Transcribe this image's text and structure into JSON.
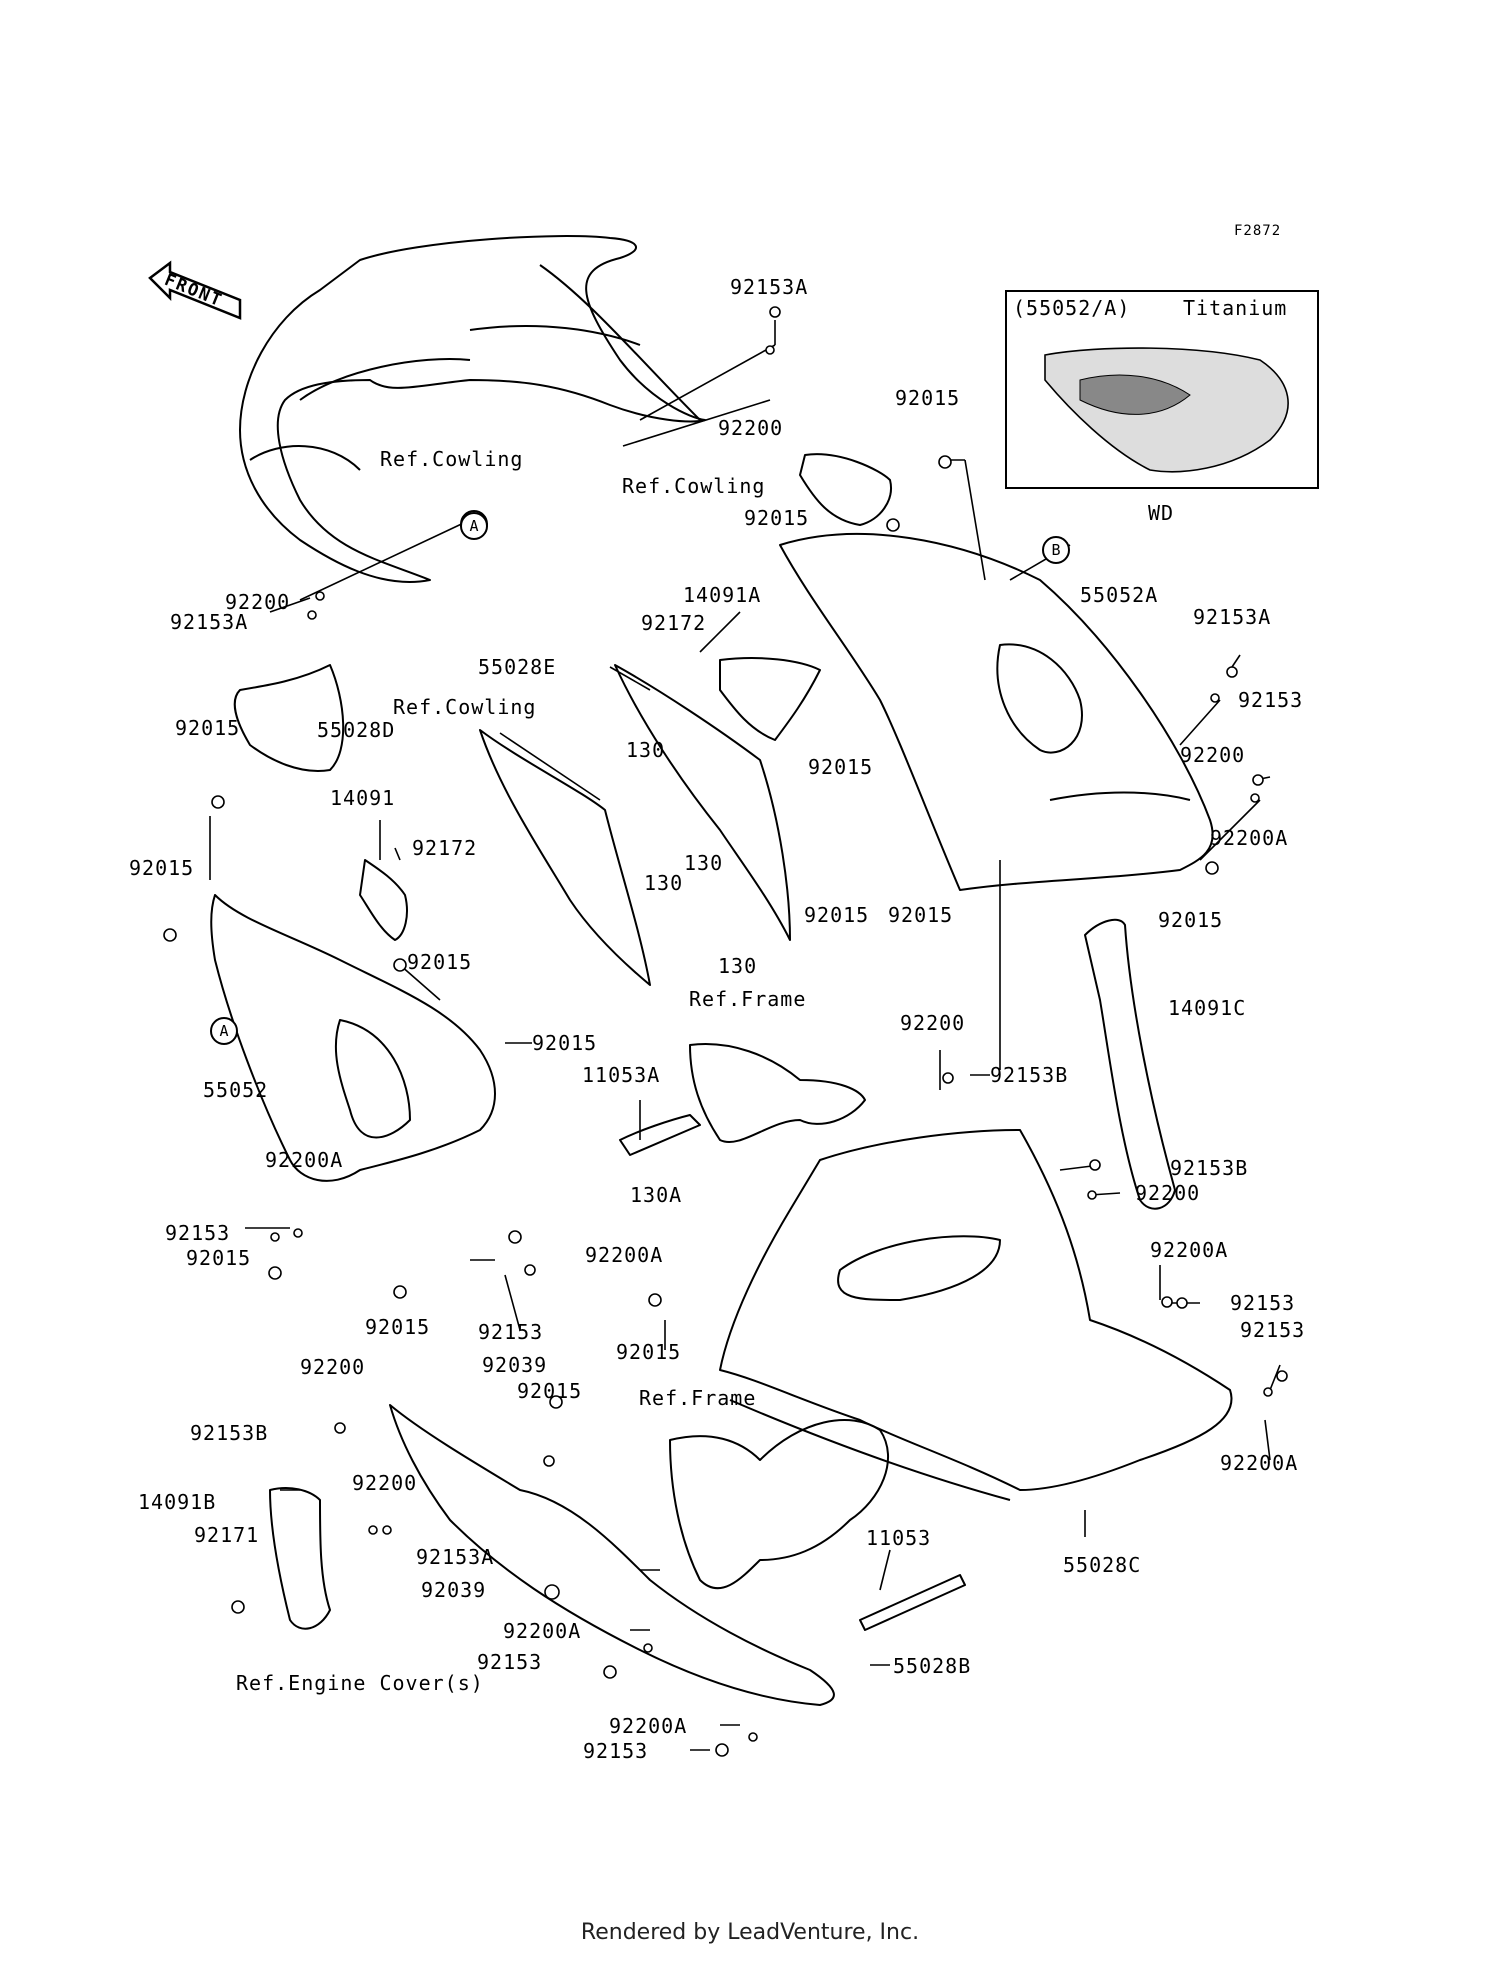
{
  "figure_code": "F2872",
  "front_label": "FRONT",
  "inset": {
    "top_label": "(55052/A)",
    "side_label": "Titanium",
    "bottom_label": "WD"
  },
  "callouts": {
    "a": "A",
    "b": "B"
  },
  "ref_labels": {
    "cowling_1": "Ref.Cowling",
    "cowling_2": "Ref.Cowling",
    "cowling_3": "Ref.Cowling",
    "frame_1": "Ref.Frame",
    "frame_2": "Ref.Frame",
    "engine_cover": "Ref.Engine Cover(s)"
  },
  "parts": {
    "p92153A_top": "92153A",
    "p92200_top": "92200",
    "p92015_top": "92015",
    "p92015_b": "92015",
    "p55052A": "55052A",
    "p92153A_right": "92153A",
    "p92153_right": "92153",
    "p92200_right": "92200",
    "p92200A_right": "92200A",
    "p92015_right": "92015",
    "p92200_left": "92200",
    "p92153A_left": "92153A",
    "p14091A": "14091A",
    "p92172_a": "92172",
    "p55028E": "55028E",
    "p92015_mid": "92015",
    "p92015_ref": "92015",
    "p55028D": "55028D",
    "p130_a": "130",
    "p130_b": "130",
    "p130_c": "130",
    "p130_d": "130",
    "p14091": "14091",
    "p92172_b": "92172",
    "p92015_left": "92015",
    "p92015_c": "92015",
    "p92015_d": "92015",
    "p92015_e": "92015",
    "p92015_f": "92015",
    "p14091C": "14091C",
    "p92200_center": "92200",
    "p92153B_center": "92153B",
    "p11053A": "11053A",
    "p130A": "130A",
    "p55052": "55052",
    "p92200A_left": "92200A",
    "p92153_left": "92153",
    "p92015_g": "92015",
    "p92015_h": "92015",
    "p92200A_mid": "92200A",
    "p92153_mid": "92153",
    "p92153B_right": "92153B",
    "p92200_r2": "92200",
    "p92200A_r2": "92200A",
    "p92153_r2": "92153",
    "p92153_r3": "92153",
    "p92015_lower": "92015",
    "p92039_a": "92039",
    "p92200_lower": "92200",
    "p92015_i": "92015",
    "p92153B_lower": "92153B",
    "p92200A_r3": "92200A",
    "p14091B": "14091B",
    "p92200_l2": "92200",
    "p92171": "92171",
    "p92153A_lower": "92153A",
    "p92039_b": "92039",
    "p11053": "11053",
    "p55028C": "55028C",
    "p92200A_low1": "92200A",
    "p92153_low1": "92153",
    "p55028B": "55028B",
    "p92200A_low2": "92200A",
    "p92153_low2": "92153"
  },
  "footer": "Rendered by LeadVenture, Inc."
}
